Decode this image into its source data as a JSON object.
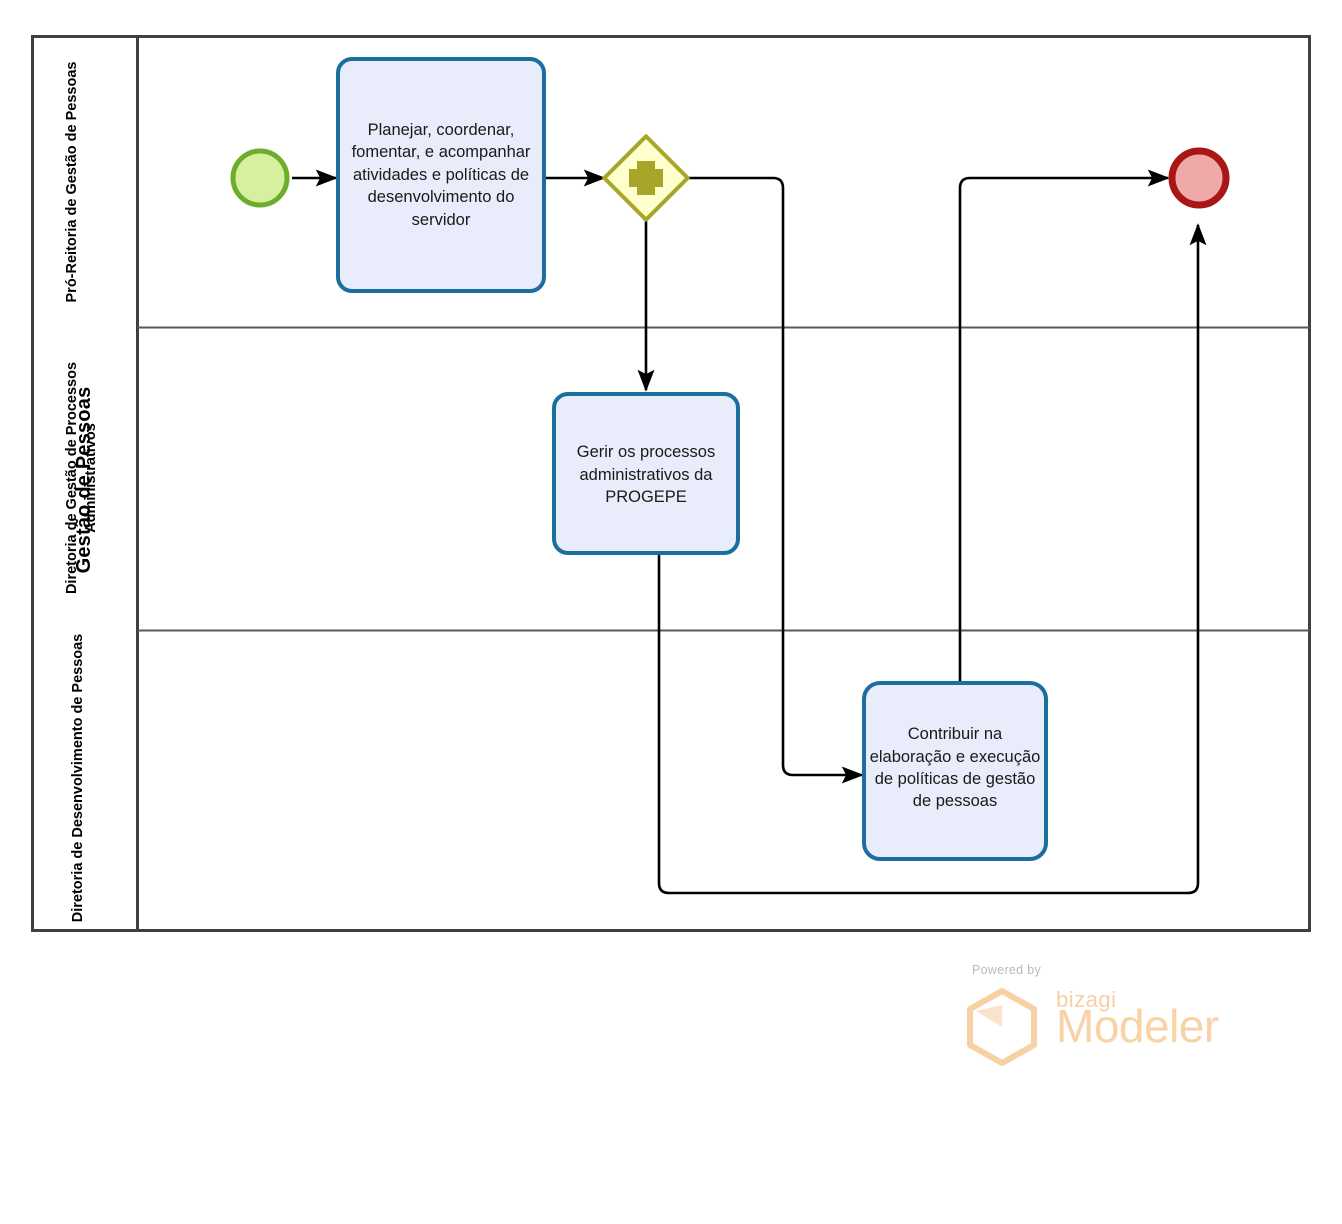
{
  "diagram": {
    "type": "bpmn-process",
    "pool": {
      "name": "Gestão de Pessoas"
    },
    "lanes": [
      {
        "id": "lane1",
        "name": "Pró-Reitoria de Gestão de Pessoas"
      },
      {
        "id": "lane2",
        "name": "Diretoria de Gestão de Processos Administrativos"
      },
      {
        "id": "lane3",
        "name": "Diretoria de Desenvolvimento de Pessoas"
      }
    ],
    "events": [
      {
        "id": "start",
        "kind": "start-event",
        "lane": "lane1",
        "fill": "#d6f0a0",
        "stroke": "#6cae2c"
      },
      {
        "id": "end",
        "kind": "end-event",
        "lane": "lane1",
        "fill": "#efa9a9",
        "stroke": "#a81616"
      }
    ],
    "gateways": [
      {
        "id": "gw1",
        "kind": "parallel-gateway",
        "lane": "lane1",
        "symbol": "+",
        "fill": "#ffffcc",
        "stroke": "#a8a62a"
      }
    ],
    "tasks": [
      {
        "id": "task1",
        "lane": "lane1",
        "name": "Planejar, coordenar, fomentar, e acompanhar atividades e políticas de desenvolvimento do servidor"
      },
      {
        "id": "task2",
        "lane": "lane2",
        "name": "Gerir os processos administrativos da PROGEPE"
      },
      {
        "id": "task3",
        "lane": "lane3",
        "name": "Contribuir na elaboração e execução de políticas de gestão de pessoas"
      }
    ],
    "flows": [
      {
        "id": "f1",
        "from": "start",
        "to": "task1"
      },
      {
        "id": "f2",
        "from": "task1",
        "to": "gw1"
      },
      {
        "id": "f3",
        "from": "gw1",
        "to": "task2"
      },
      {
        "id": "f4",
        "from": "gw1",
        "to": "task3"
      },
      {
        "id": "f5",
        "from": "task3",
        "to": "end"
      },
      {
        "id": "f6",
        "from": "task2",
        "to": "end"
      }
    ],
    "colors": {
      "task_fill": "#e9ecfa",
      "task_stroke": "#1b6e9e",
      "pool_stroke": "#3f3f3f",
      "lane_stroke": "#5a5a5a",
      "flow_stroke": "#000000"
    }
  },
  "watermark": {
    "powered_by": "Powered by",
    "brand": "bizagi",
    "product": "Modeler",
    "color": "#f9d2a6"
  }
}
